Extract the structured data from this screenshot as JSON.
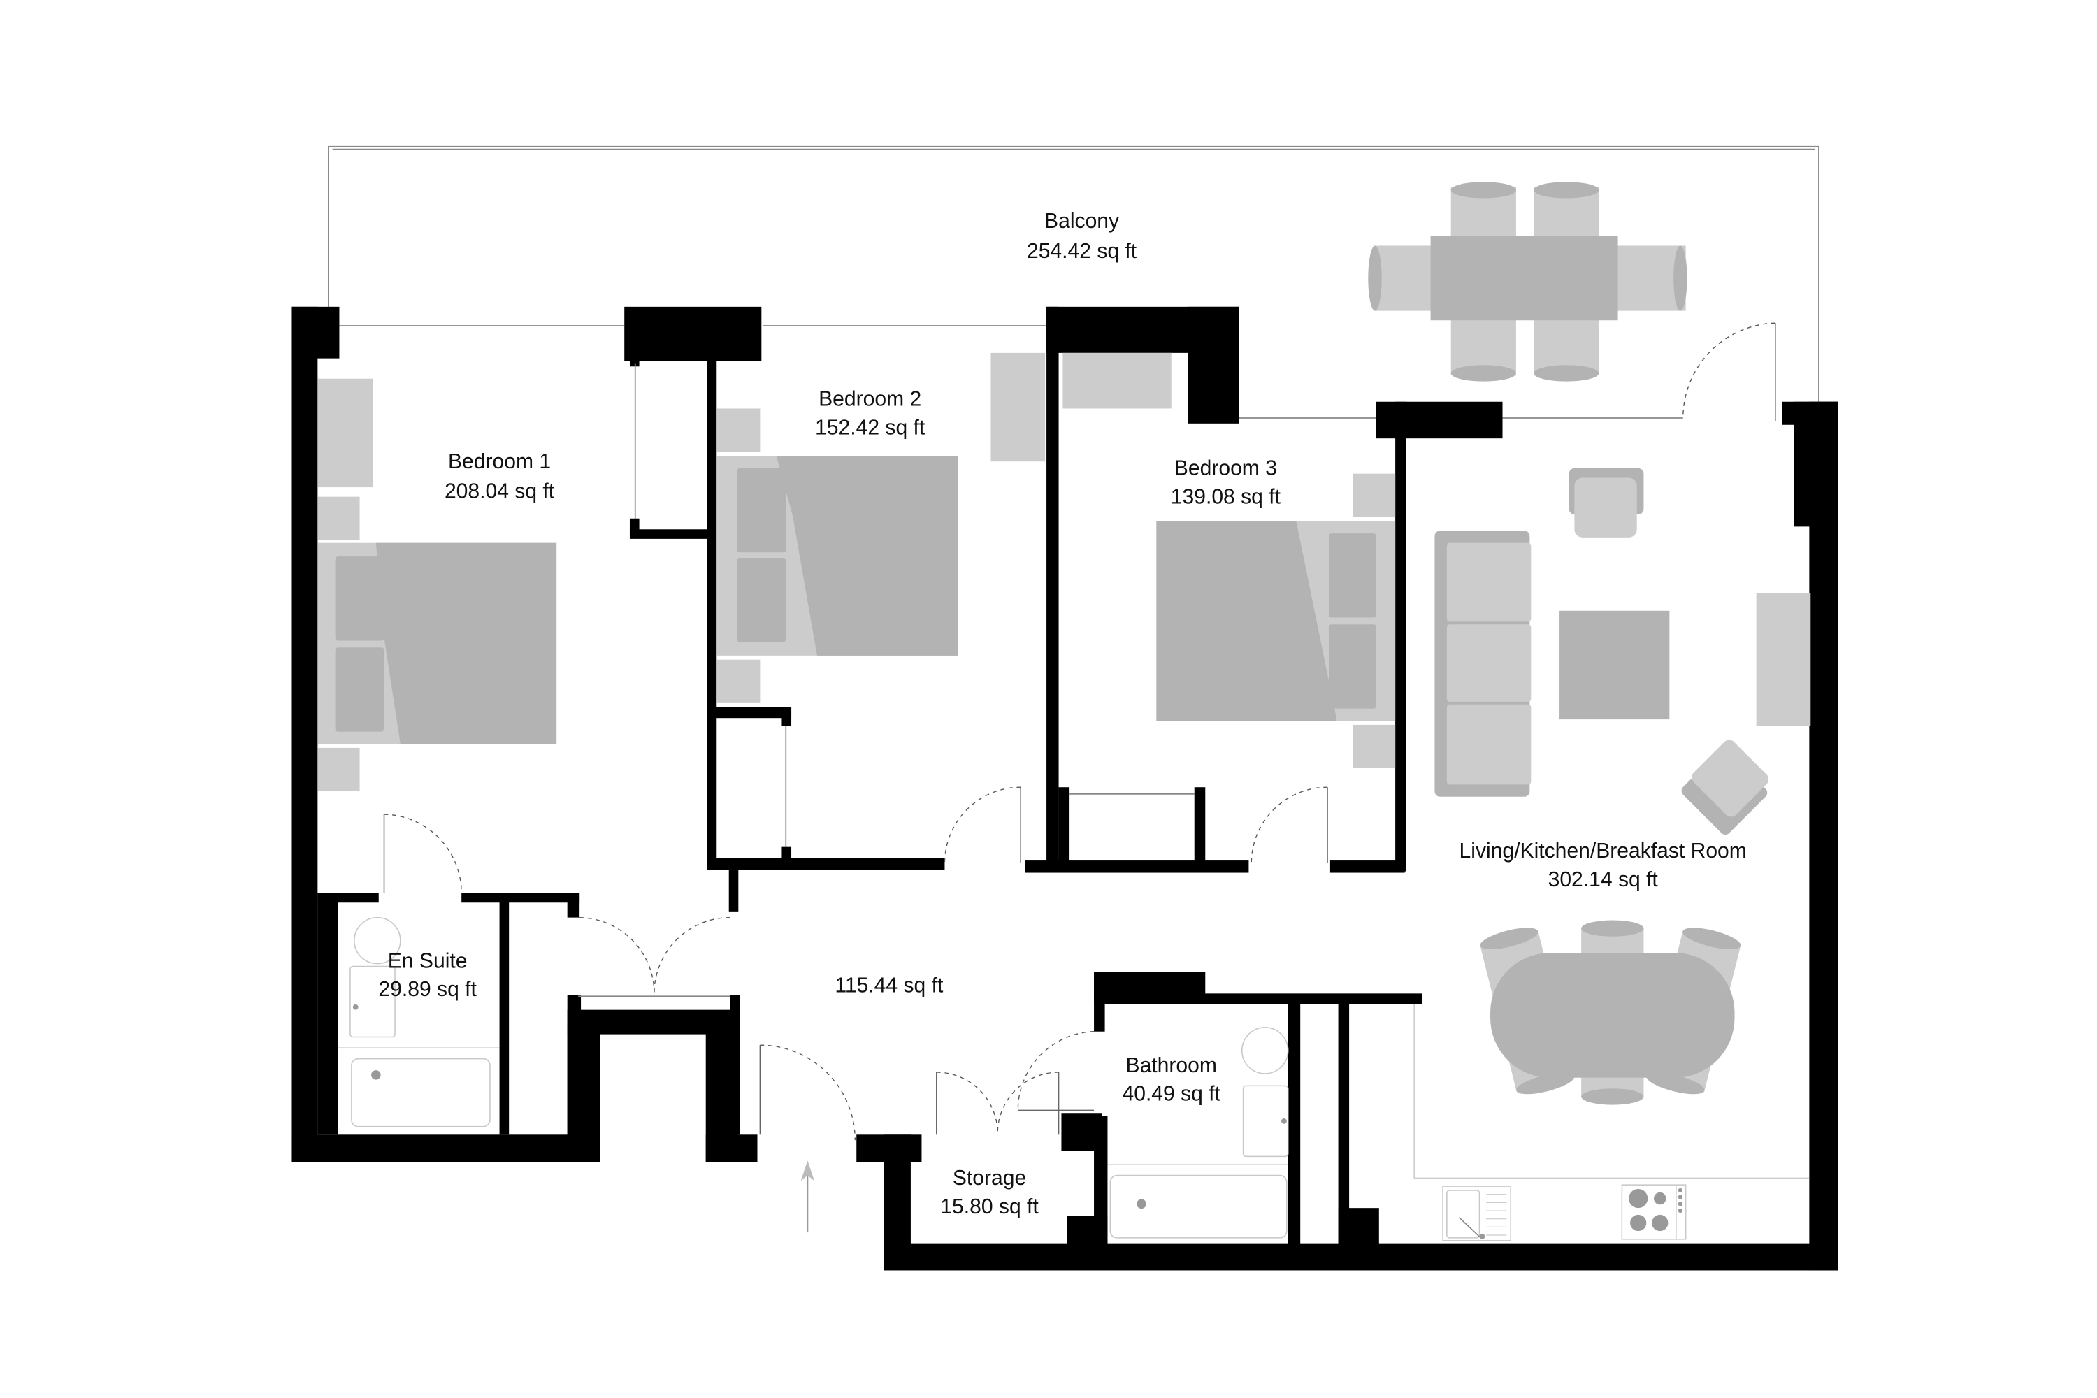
{
  "floorplan": {
    "unit_label": "sq ft",
    "rooms": [
      {
        "id": "balcony",
        "name": "Balcony",
        "area": "254.42 sq ft"
      },
      {
        "id": "bedroom1",
        "name": "Bedroom 1",
        "area": "208.04 sq ft"
      },
      {
        "id": "bedroom2",
        "name": "Bedroom 2",
        "area": "152.42 sq ft"
      },
      {
        "id": "bedroom3",
        "name": "Bedroom 3",
        "area": "139.08 sq ft"
      },
      {
        "id": "living",
        "name": "Living/Kitchen/Breakfast Room",
        "area": "302.14 sq ft"
      },
      {
        "id": "ensuite",
        "name": "En Suite",
        "area": "29.89 sq ft"
      },
      {
        "id": "hallway",
        "name": "",
        "area": "115.44 sq ft"
      },
      {
        "id": "bathroom",
        "name": "Bathroom",
        "area": "40.49 sq ft"
      },
      {
        "id": "storage",
        "name": "Storage",
        "area": "15.80 sq ft"
      }
    ],
    "icons": {
      "entrance": "entrance-arrow-icon",
      "hob": "hob-icon",
      "sink": "sink-icon",
      "bath": "bath-icon",
      "toilet": "toilet-icon",
      "basin": "basin-icon"
    },
    "colors": {
      "wall": "#000000",
      "furniture_light": "#cccccc",
      "furniture_dark": "#b3b3b3",
      "background": "#ffffff"
    }
  }
}
